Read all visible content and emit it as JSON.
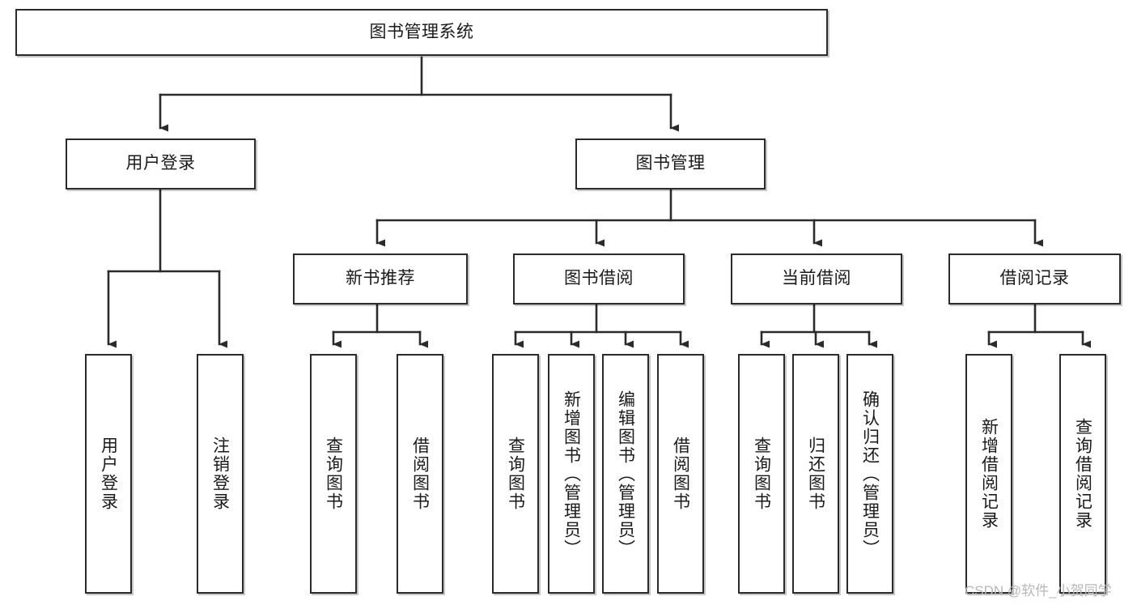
{
  "diagram": {
    "title_node": {
      "label": "图书管理系统"
    },
    "level2": [
      {
        "id": "user-login",
        "label": "用户登录"
      },
      {
        "id": "book-management",
        "label": "图书管理"
      }
    ],
    "level3": [
      {
        "id": "new-book-recommend",
        "label": "新书推荐"
      },
      {
        "id": "book-borrow",
        "label": "图书借阅"
      },
      {
        "id": "current-borrow",
        "label": "当前借阅"
      },
      {
        "id": "borrow-record",
        "label": "借阅记录"
      }
    ],
    "leaves": {
      "user-login": [
        {
          "id": "leaf-user-login",
          "label": "用户登录"
        },
        {
          "id": "leaf-logout-login",
          "label": "注销登录"
        }
      ],
      "new-book-recommend": [
        {
          "id": "leaf-query-book-1",
          "label": "查询图书"
        },
        {
          "id": "leaf-borrow-book-1",
          "label": "借阅图书"
        }
      ],
      "book-borrow": [
        {
          "id": "leaf-query-book-2",
          "label": "查询图书"
        },
        {
          "id": "leaf-add-book",
          "label": "新增图书（管理员）"
        },
        {
          "id": "leaf-edit-book",
          "label": "编辑图书（管理员）"
        },
        {
          "id": "leaf-borrow-book-2",
          "label": "借阅图书"
        }
      ],
      "current-borrow": [
        {
          "id": "leaf-query-book-3",
          "label": "查询图书"
        },
        {
          "id": "leaf-return-book",
          "label": "归还图书"
        },
        {
          "id": "leaf-confirm-return",
          "label": "确认归还（管理员）"
        }
      ],
      "borrow-record": [
        {
          "id": "leaf-add-record",
          "label": "新增借阅记录"
        },
        {
          "id": "leaf-query-record",
          "label": "查询借阅记录"
        }
      ]
    }
  },
  "watermark": {
    "text": "CSDN @软件_小贺同学"
  },
  "colors": {
    "stroke": "#2b2b2b",
    "box_fill": "#ffffff",
    "text": "#1a1a1a",
    "watermark": "#b8b8b8",
    "background": "#ffffff"
  }
}
